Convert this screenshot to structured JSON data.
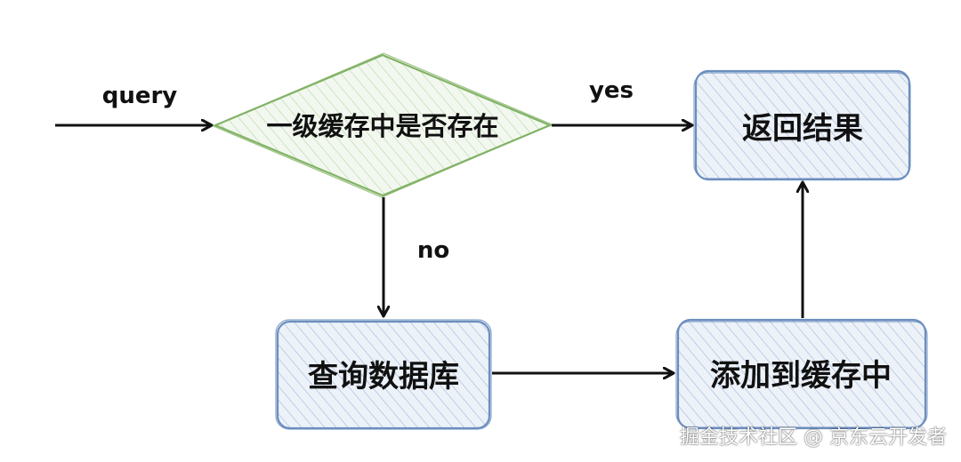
{
  "diagram": {
    "nodes": {
      "decision": {
        "label": "一级缓存中是否存在"
      },
      "return_result": {
        "label": "返回结果"
      },
      "query_db": {
        "label": "查询数据库"
      },
      "add_cache": {
        "label": "添加到缓存中"
      }
    },
    "edges": {
      "query": {
        "label": "query"
      },
      "yes": {
        "label": "yes"
      },
      "no": {
        "label": "no"
      }
    },
    "colors": {
      "box_fill": "#dde7f3",
      "box_stroke": "#6c8ebf",
      "diamond_fill": "#d5e8d4",
      "diamond_stroke": "#82b366",
      "arrow": "#111111"
    }
  },
  "watermark": {
    "text": "掘金技术社区 @ 京东云开发者"
  }
}
